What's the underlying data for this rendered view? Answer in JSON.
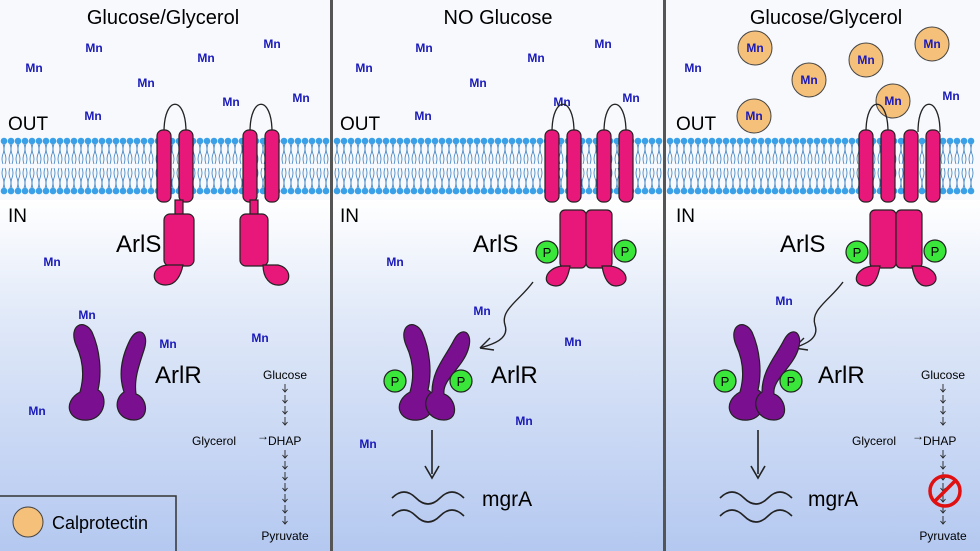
{
  "panels": [
    {
      "title": "Glucose/Glycerol"
    },
    {
      "title": "NO Glucose"
    },
    {
      "title": "Glucose/Glycerol"
    }
  ],
  "compartments": {
    "out": "OUT",
    "in": "IN"
  },
  "ion": "Mn",
  "proteins": {
    "sensor": "ArlS",
    "regulator": "ArlR",
    "phospho": "P"
  },
  "gene": "mgrA",
  "pathway": {
    "start": "Glucose",
    "branch": "Glycerol",
    "intermediate": "DHAP",
    "end": "Pyruvate"
  },
  "legend": {
    "label": "Calprotectin"
  },
  "colors": {
    "membrane_head": "#3aa0e8",
    "arls": "#e8177a",
    "arlr": "#7a1090",
    "phosphate": "#39e639",
    "calprotectin": "#f5c07a",
    "manganese": "#1a1ab8",
    "blocked": "#e01010"
  }
}
